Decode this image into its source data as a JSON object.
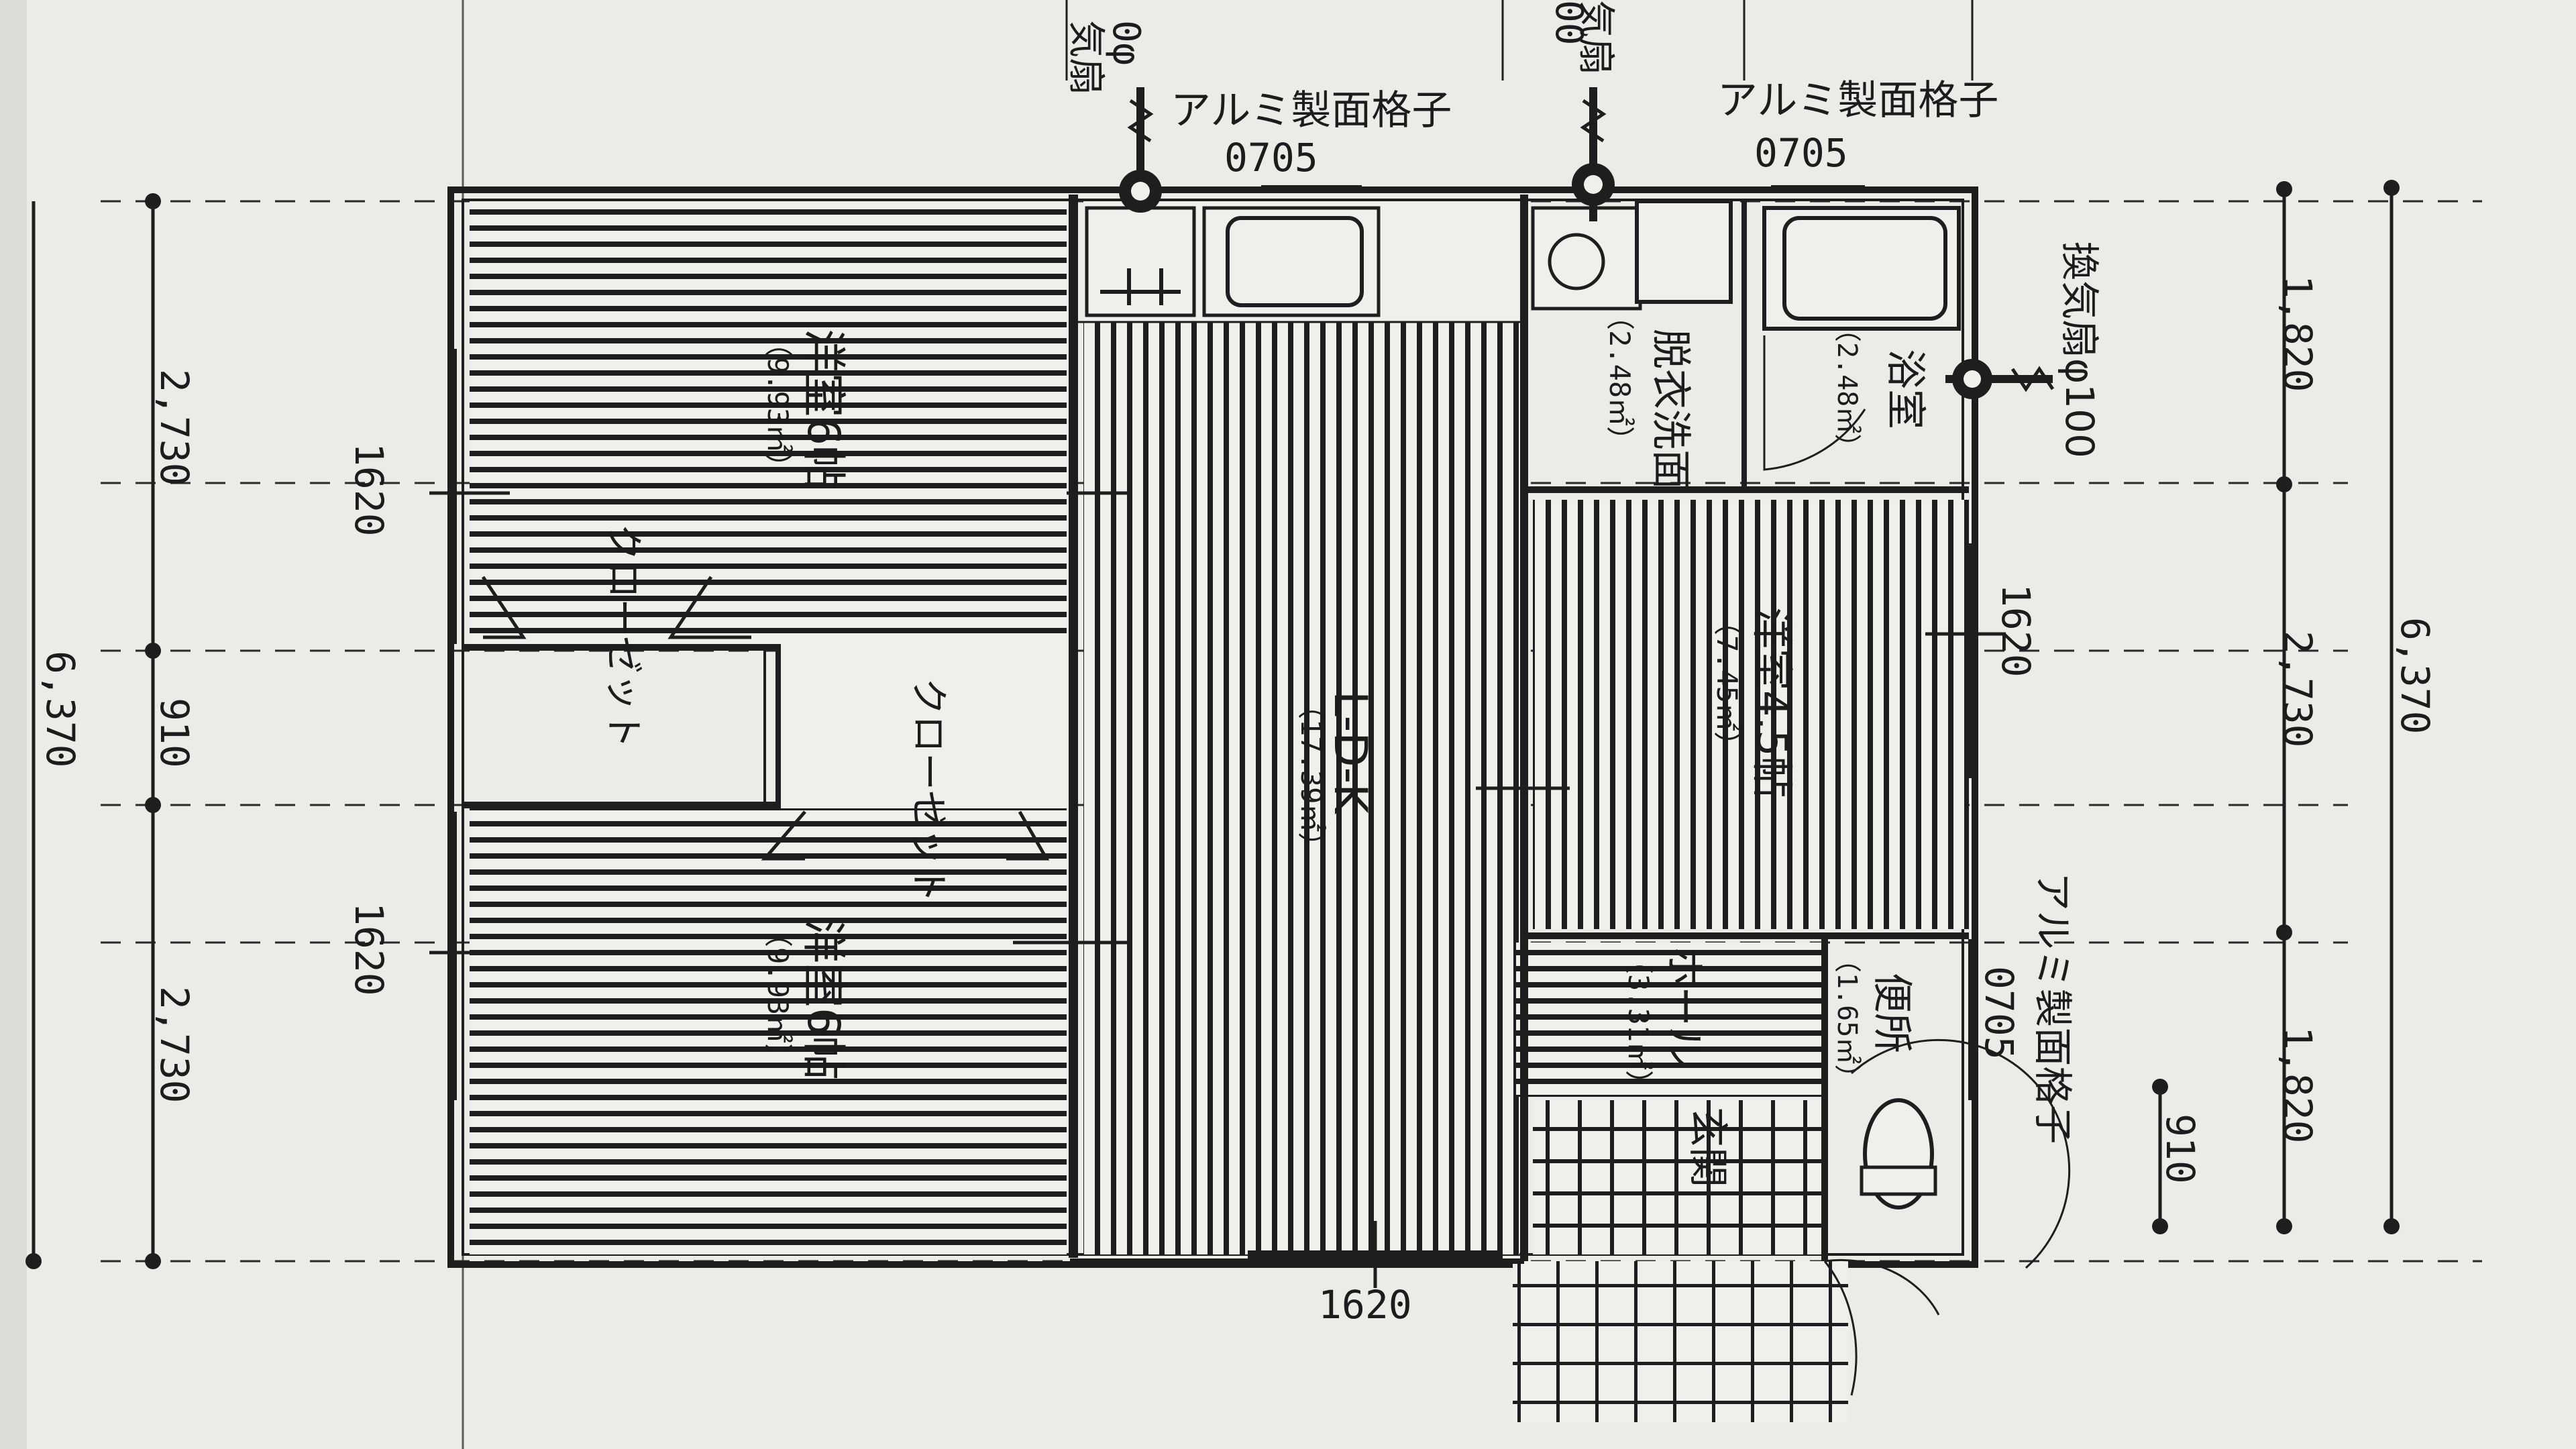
{
  "plan": {
    "grille_label": "アルミ製面格子",
    "window_code": "0705",
    "fan_label": "換気扇φ100",
    "fan_partial_left": "気扇",
    "fan_partial_right": "気扇",
    "fan_partial_left_digits": "0φ",
    "fan_partial_right_digits": "00"
  },
  "rooms": {
    "western_top": {
      "name": "洋室6帖",
      "area": "（9.93㎡）"
    },
    "western_bottom": {
      "name": "洋室6帖",
      "area": "（9.93㎡）"
    },
    "closet_top": {
      "name": "クローゼット"
    },
    "closet_center": {
      "name": "クローゼット"
    },
    "ldk": {
      "name": "L-D-K",
      "area": "（17.39㎡）"
    },
    "washroom": {
      "name": "脱衣洗面",
      "area": "（2.48㎡）"
    },
    "bath": {
      "name": "浴室",
      "area": "（2.48㎡）"
    },
    "western_right": {
      "name": "洋室4.5帖",
      "area": "（7.45㎡）"
    },
    "hall": {
      "name": "ホール",
      "area": "（3.31㎡）"
    },
    "toilet": {
      "name": "便所",
      "area": "（1.65㎡）"
    },
    "entrance": {
      "name": "玄関"
    }
  },
  "dimensions": {
    "window_1620": "1620",
    "left_upper": "2,730",
    "left_mid": "910",
    "left_lower": "2,730",
    "left_total": "6,370",
    "right_a": "1,820",
    "right_b": "2,730",
    "right_c": "1,820",
    "right_total": "6,370",
    "right_small": "910"
  }
}
